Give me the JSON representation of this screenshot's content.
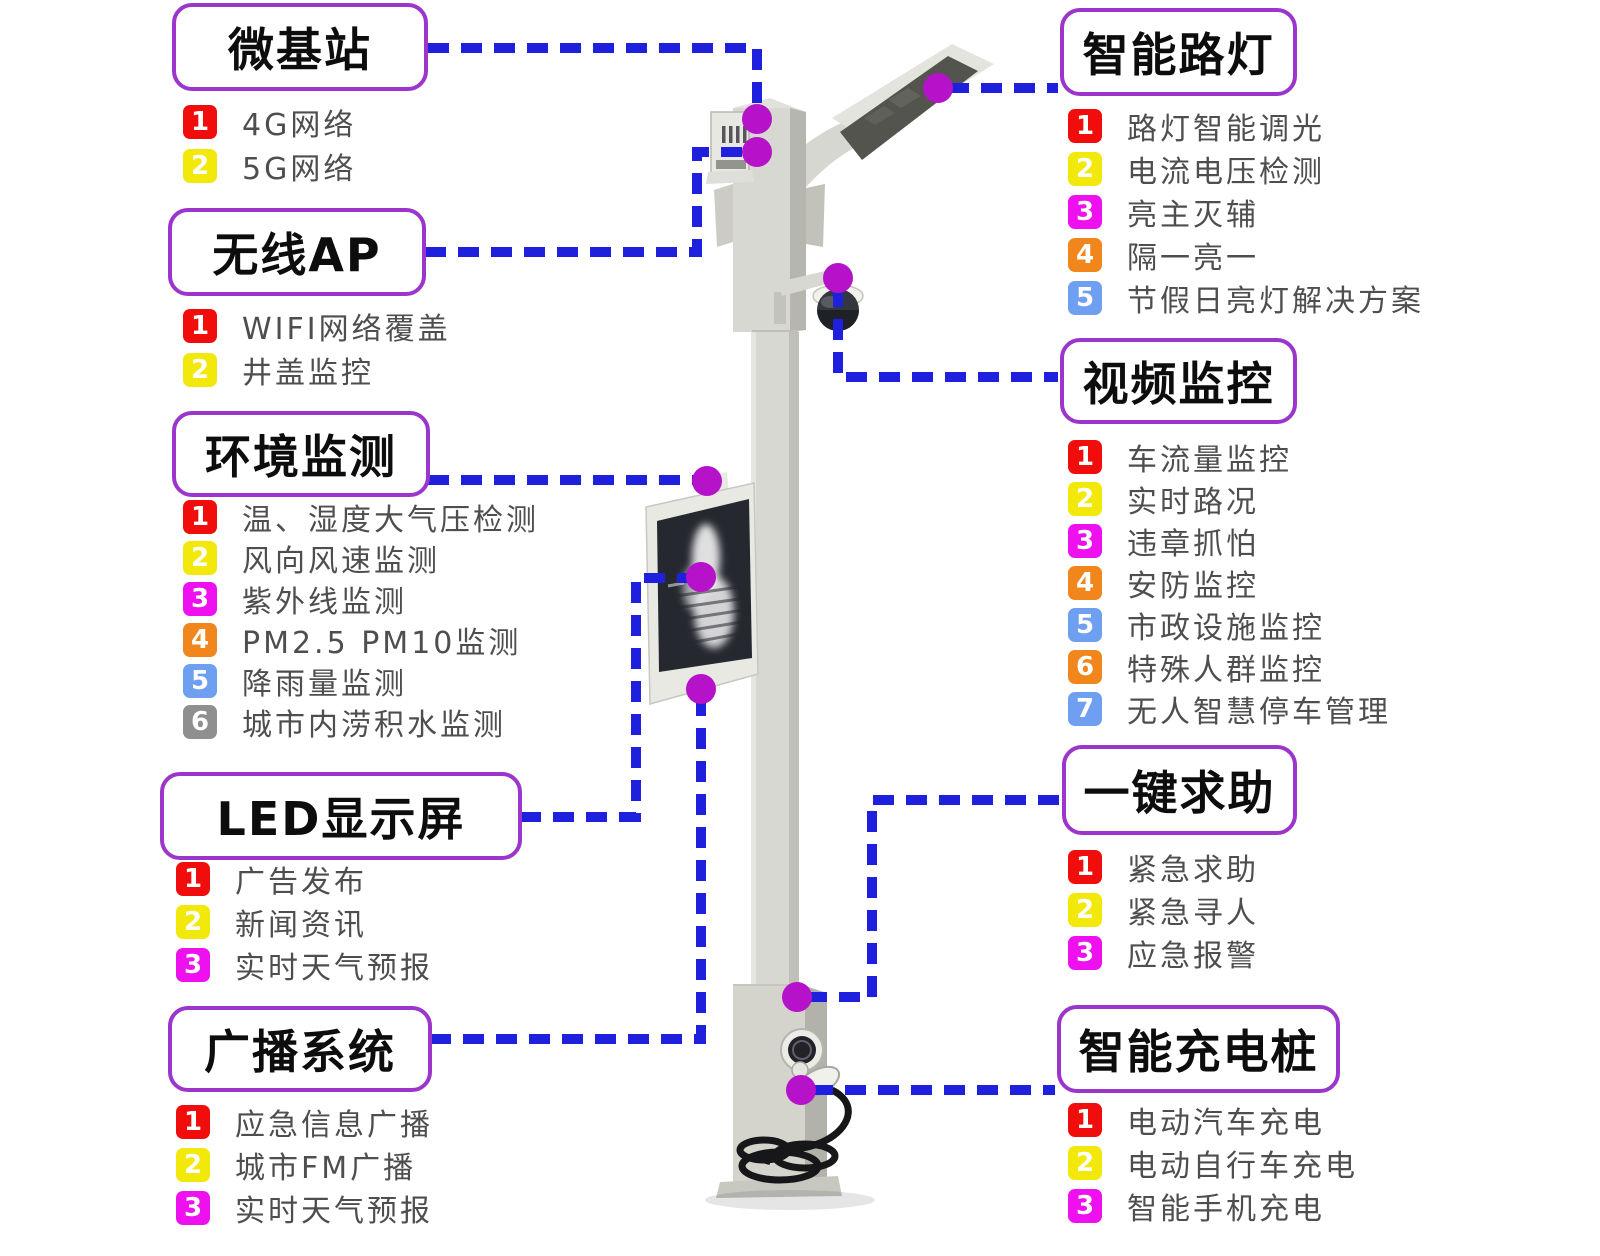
{
  "palette": {
    "connector_line": "#1e20dd",
    "connector_dot": "#b512c9",
    "label_border": "#9b35cc",
    "label_text": "#0d0d0d",
    "item_text": "#4e4e4e",
    "badge": {
      "red": "#f20d0d",
      "yellow": "#f2e80a",
      "magenta": "#ee10ee",
      "orange": "#f0861c",
      "blue": "#6f9ff0",
      "gray": "#8f8f8f"
    }
  },
  "sections": [
    {
      "id": "micro-base-station",
      "title": "微基站",
      "items": [
        {
          "num": "1",
          "color": "red",
          "label": "4G网络"
        },
        {
          "num": "2",
          "color": "yellow",
          "label": "5G网络"
        }
      ]
    },
    {
      "id": "wireless-ap",
      "title": "无线AP",
      "items": [
        {
          "num": "1",
          "color": "red",
          "label": "WIFI网络覆盖"
        },
        {
          "num": "2",
          "color": "yellow",
          "label": "井盖监控"
        }
      ]
    },
    {
      "id": "environment-monitoring",
      "title": "环境监测",
      "items": [
        {
          "num": "1",
          "color": "red",
          "label": "温、湿度大气压检测"
        },
        {
          "num": "2",
          "color": "yellow",
          "label": "风向风速监测"
        },
        {
          "num": "3",
          "color": "magenta",
          "label": "紫外线监测"
        },
        {
          "num": "4",
          "color": "orange",
          "label": "PM2.5  PM10监测"
        },
        {
          "num": "5",
          "color": "blue",
          "label": "降雨量监测"
        },
        {
          "num": "6",
          "color": "gray",
          "label": "城市内涝积水监测"
        }
      ]
    },
    {
      "id": "led-display",
      "title": "LED显示屏",
      "items": [
        {
          "num": "1",
          "color": "red",
          "label": "广告发布"
        },
        {
          "num": "2",
          "color": "yellow",
          "label": "新闻资讯"
        },
        {
          "num": "3",
          "color": "magenta",
          "label": "实时天气预报"
        }
      ]
    },
    {
      "id": "broadcast-system",
      "title": "广播系统",
      "items": [
        {
          "num": "1",
          "color": "red",
          "label": "应急信息广播"
        },
        {
          "num": "2",
          "color": "yellow",
          "label": "城市FM广播"
        },
        {
          "num": "3",
          "color": "magenta",
          "label": "实时天气预报"
        }
      ]
    },
    {
      "id": "smart-streetlight",
      "title": "智能路灯",
      "items": [
        {
          "num": "1",
          "color": "red",
          "label": "路灯智能调光"
        },
        {
          "num": "2",
          "color": "yellow",
          "label": "电流电压检测"
        },
        {
          "num": "3",
          "color": "magenta",
          "label": "亮主灭辅"
        },
        {
          "num": "4",
          "color": "orange",
          "label": "隔一亮一"
        },
        {
          "num": "5",
          "color": "blue",
          "label": "节假日亮灯解决方案"
        }
      ]
    },
    {
      "id": "video-surveillance",
      "title": "视频监控",
      "items": [
        {
          "num": "1",
          "color": "red",
          "label": "车流量监控"
        },
        {
          "num": "2",
          "color": "yellow",
          "label": "实时路况"
        },
        {
          "num": "3",
          "color": "magenta",
          "label": "违章抓怕"
        },
        {
          "num": "4",
          "color": "orange",
          "label": "安防监控"
        },
        {
          "num": "5",
          "color": "blue",
          "label": "市政设施监控"
        },
        {
          "num": "6",
          "color": "orange",
          "label": "特殊人群监控"
        },
        {
          "num": "7",
          "color": "blue",
          "label": "无人智慧停车管理"
        }
      ]
    },
    {
      "id": "one-key-help",
      "title": "一键求助",
      "items": [
        {
          "num": "1",
          "color": "red",
          "label": "紧急求助"
        },
        {
          "num": "2",
          "color": "yellow",
          "label": "紧急寻人"
        },
        {
          "num": "3",
          "color": "magenta",
          "label": "应急报警"
        }
      ]
    },
    {
      "id": "smart-charging",
      "title": "智能充电桩",
      "items": [
        {
          "num": "1",
          "color": "red",
          "label": "电动汽车充电"
        },
        {
          "num": "2",
          "color": "yellow",
          "label": "电动自行车充电"
        },
        {
          "num": "3",
          "color": "magenta",
          "label": "智能手机充电"
        }
      ]
    }
  ]
}
